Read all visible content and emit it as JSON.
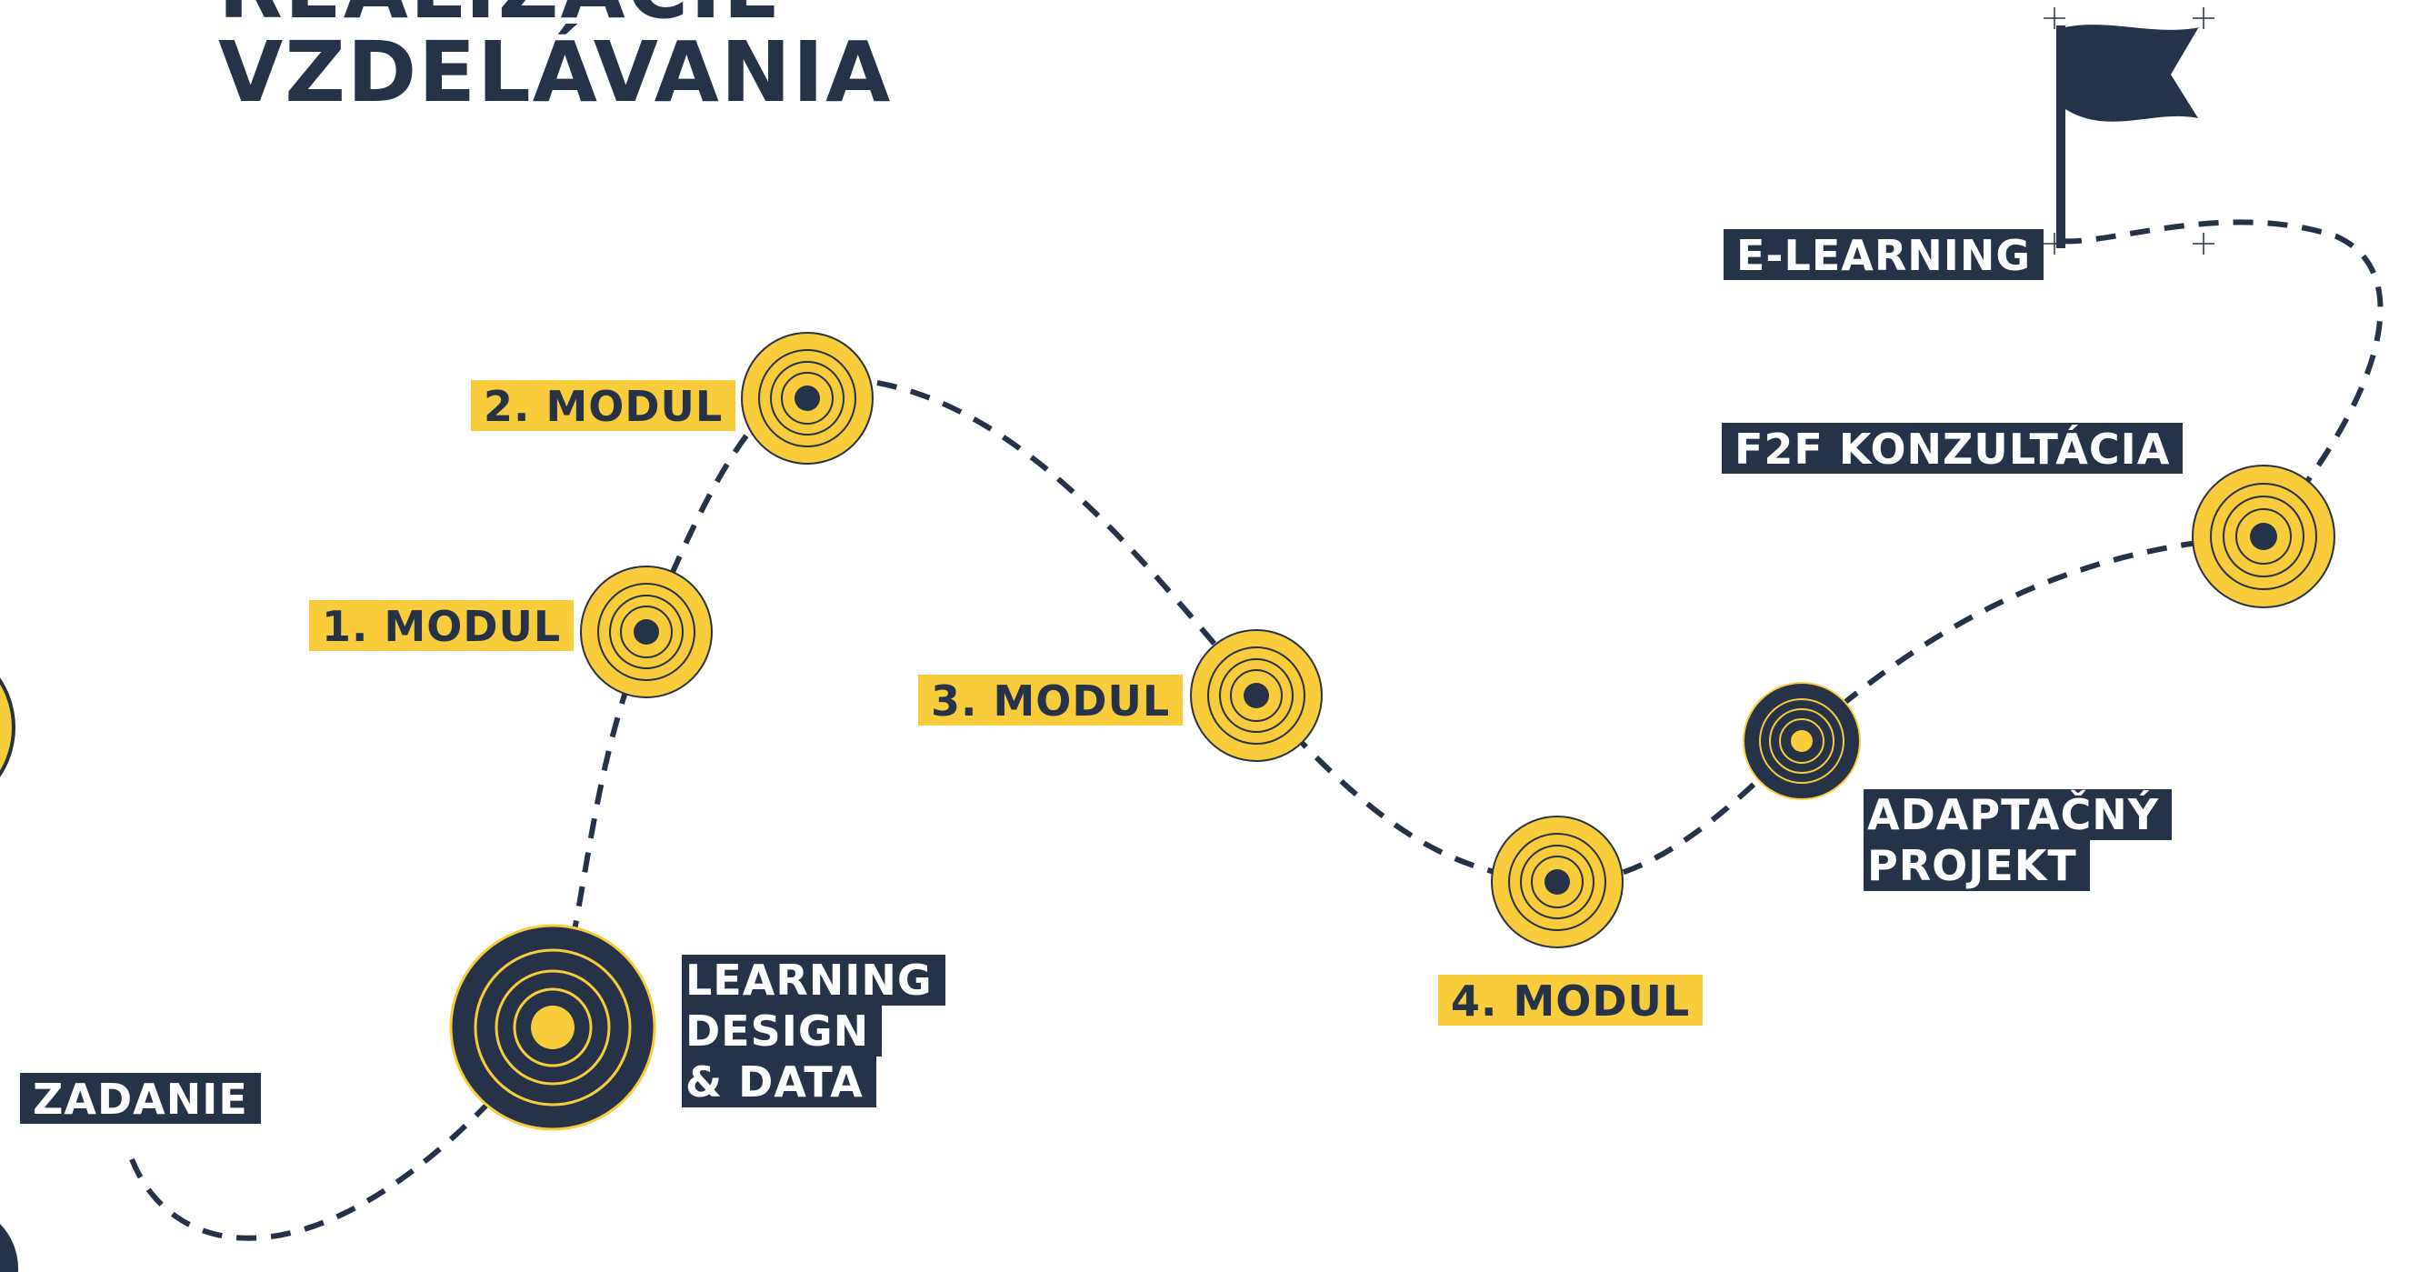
{
  "colors": {
    "navy": "#253247",
    "yellow": "#f8cc3a",
    "white": "#ffffff"
  },
  "title": {
    "line1": "REALIZÁCIE",
    "line2": "VZDELÁVANIA"
  },
  "labels": {
    "zadanie": "ZADANIE",
    "learning_design": [
      "LEARNING",
      "DESIGN",
      "& DATA"
    ],
    "modul1": "1. MODUL",
    "modul2": "2. MODUL",
    "modul3": "3. MODUL",
    "modul4": "4. MODUL",
    "adaptacny": [
      "ADAPTAČNÝ",
      "PROJEKT"
    ],
    "f2f": "F2F KONZULTÁCIA",
    "elearning": "E-LEARNING"
  },
  "icons": {
    "end": "flag-icon",
    "milestone": "target-icon"
  }
}
